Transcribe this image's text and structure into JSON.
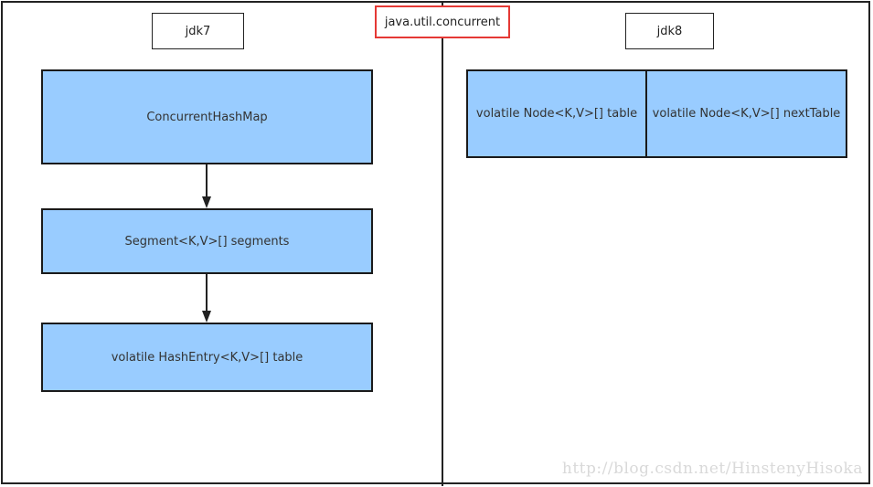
{
  "header": {
    "left_label": "jdk7",
    "center_label": "java.util.concurrent",
    "right_label": "jdk8"
  },
  "jdk7": {
    "node1": "ConcurrentHashMap",
    "node2": "Segment<K,V>[] segments",
    "node3": "volatile HashEntry<K,V>[] table"
  },
  "jdk8": {
    "cell1": "volatile Node<K,V>[] table",
    "cell2": "volatile Node<K,V>[] nextTable"
  },
  "watermark": "http://blog.csdn.net/HinstenyHisoka",
  "colors": {
    "node_fill": "#99ccff",
    "center_label_border": "#e53935",
    "line": "#222222"
  }
}
